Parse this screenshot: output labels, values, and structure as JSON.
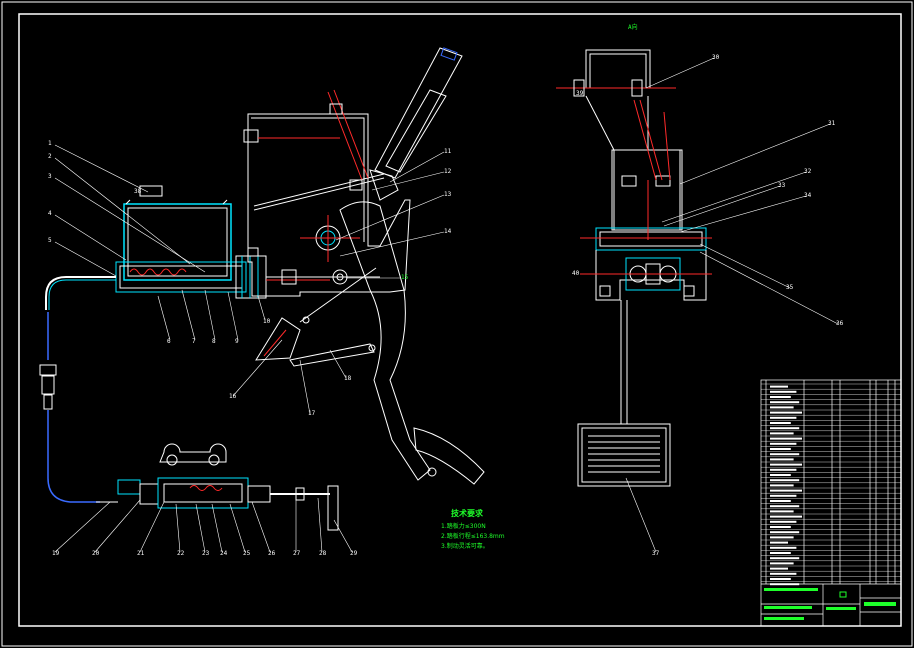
{
  "view_label": "A向",
  "tech": {
    "title": "技术要求",
    "items": [
      "1.踏板力≤300N",
      "2.踏板行程≤163.8mm",
      "3.制动灵活可靠。"
    ]
  },
  "callouts": [
    "1",
    "2",
    "3",
    "4",
    "5",
    "6",
    "7",
    "8",
    "9",
    "10",
    "11",
    "12",
    "13",
    "14",
    "15",
    "16",
    "17",
    "18",
    "19",
    "20",
    "21",
    "22",
    "23",
    "24",
    "25",
    "26",
    "27",
    "28",
    "29",
    "30",
    "31",
    "32",
    "33",
    "34",
    "35",
    "36",
    "37",
    "38",
    "39",
    "40"
  ],
  "colors": {
    "frame": "#ffffff",
    "section": "#00e5ff",
    "hatch": "#ff2a2a",
    "text": "#1eff2a",
    "cable": "#3a6bff"
  }
}
